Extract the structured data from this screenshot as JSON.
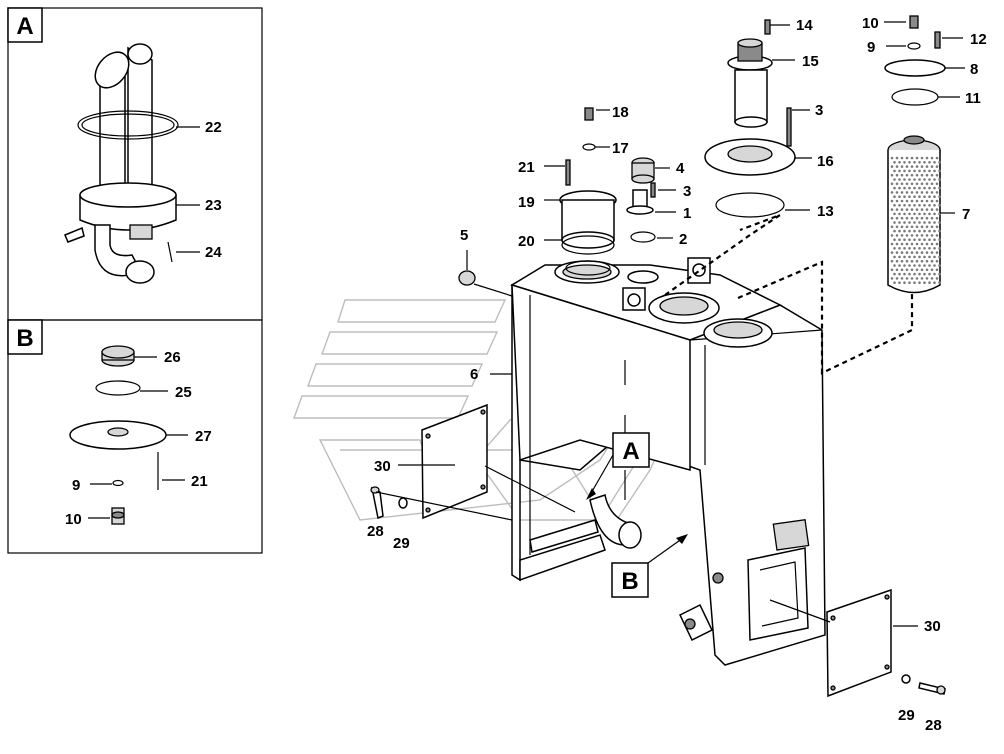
{
  "panels": {
    "A": {
      "letter": "A",
      "callouts": [
        "22",
        "23",
        "24"
      ]
    },
    "B": {
      "letter": "B",
      "callouts": [
        "26",
        "25",
        "27",
        "9",
        "21",
        "10"
      ]
    }
  },
  "main": {
    "section_markers": [
      "A",
      "B"
    ],
    "callouts": [
      "14",
      "15",
      "3",
      "16",
      "13",
      "18",
      "17",
      "4",
      "21",
      "3",
      "19",
      "1",
      "20",
      "2",
      "5",
      "6",
      "10",
      "9",
      "12",
      "8",
      "11",
      "7",
      "30",
      "28",
      "29",
      "30",
      "29",
      "28"
    ]
  }
}
